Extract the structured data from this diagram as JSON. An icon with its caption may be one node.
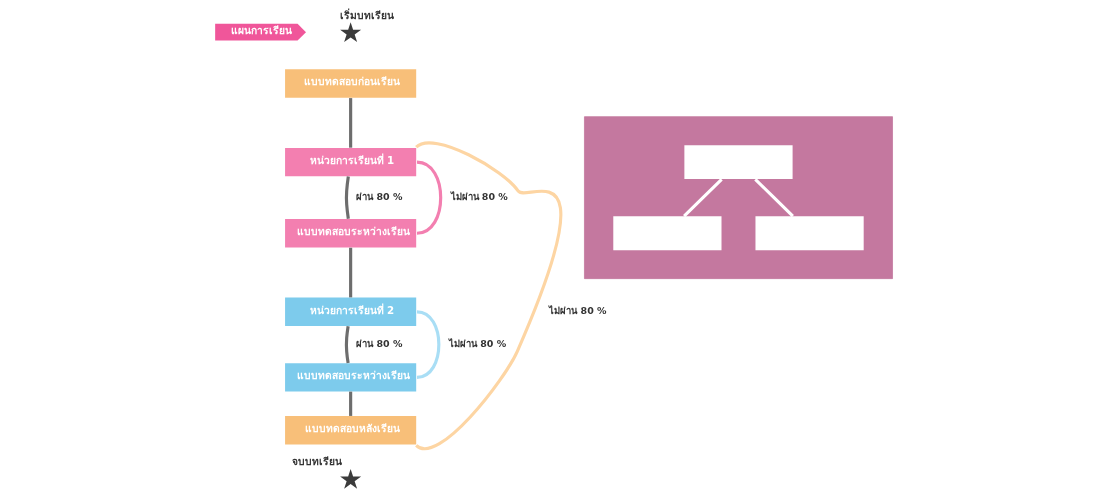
{
  "diagram": {
    "nodes": [
      {
        "text": [
          "แผนการเรียน"
        ]
      },
      {
        "text": [],
        "shape": "star",
        "beside": [
          "เริ่มบทเรียน"
        ]
      },
      {
        "text": [
          "แบบทดสอบก่อนเรียน"
        ]
      },
      {
        "text": [
          "หน่วยการเรียนที่ 1"
        ]
      },
      {
        "text": [
          "แบบทดสอบระหว่างเรียน"
        ]
      },
      {
        "text": [
          "หน่วยการเรียนที่ 2"
        ]
      },
      {
        "text": [
          "แบบทดสอบระหว่างเรียน"
        ]
      },
      {
        "text": [
          "แบบทดสอบหลังเรียน"
        ]
      },
      {
        "text": [],
        "shape": "star",
        "beside": [
          "จบบทเรียน"
        ]
      },
      {
        "text": [],
        "shape": "box"
      },
      {
        "text": [],
        "shape": "box",
        "in": 9
      },
      {
        "text": [],
        "shape": "box",
        "in": 9
      },
      {
        "text": [],
        "shape": "box",
        "in": 9
      }
    ],
    "edges": [
      {
        "from": 2,
        "to": 3,
        "arrow": "none"
      },
      {
        "from": 3,
        "to": 4,
        "arrow": "none",
        "label": "ผ่าน 80 %"
      },
      {
        "from": 4,
        "to": 3,
        "arrow": "none",
        "label": "ไม่ผ่าน 80 %",
        "color": "#f37fb0"
      },
      {
        "from": 4,
        "to": 5,
        "arrow": "none"
      },
      {
        "from": 5,
        "to": 6,
        "arrow": "none",
        "label": "ผ่าน 80 %"
      },
      {
        "from": 6,
        "to": 5,
        "arrow": "none",
        "label": "ไม่ผ่าน 80 %",
        "color": "#a9def5"
      },
      {
        "from": 6,
        "to": 7,
        "arrow": "none"
      },
      {
        "from": 7,
        "to": 3,
        "arrow": "none",
        "label": "ไม่ผ่าน 80 %",
        "color": "#fdd5a3"
      },
      {
        "from": 10,
        "to": 11,
        "arrow": "none",
        "color": "#ffffff"
      },
      {
        "from": 10,
        "to": 12,
        "arrow": "none",
        "color": "#ffffff"
      }
    ]
  }
}
